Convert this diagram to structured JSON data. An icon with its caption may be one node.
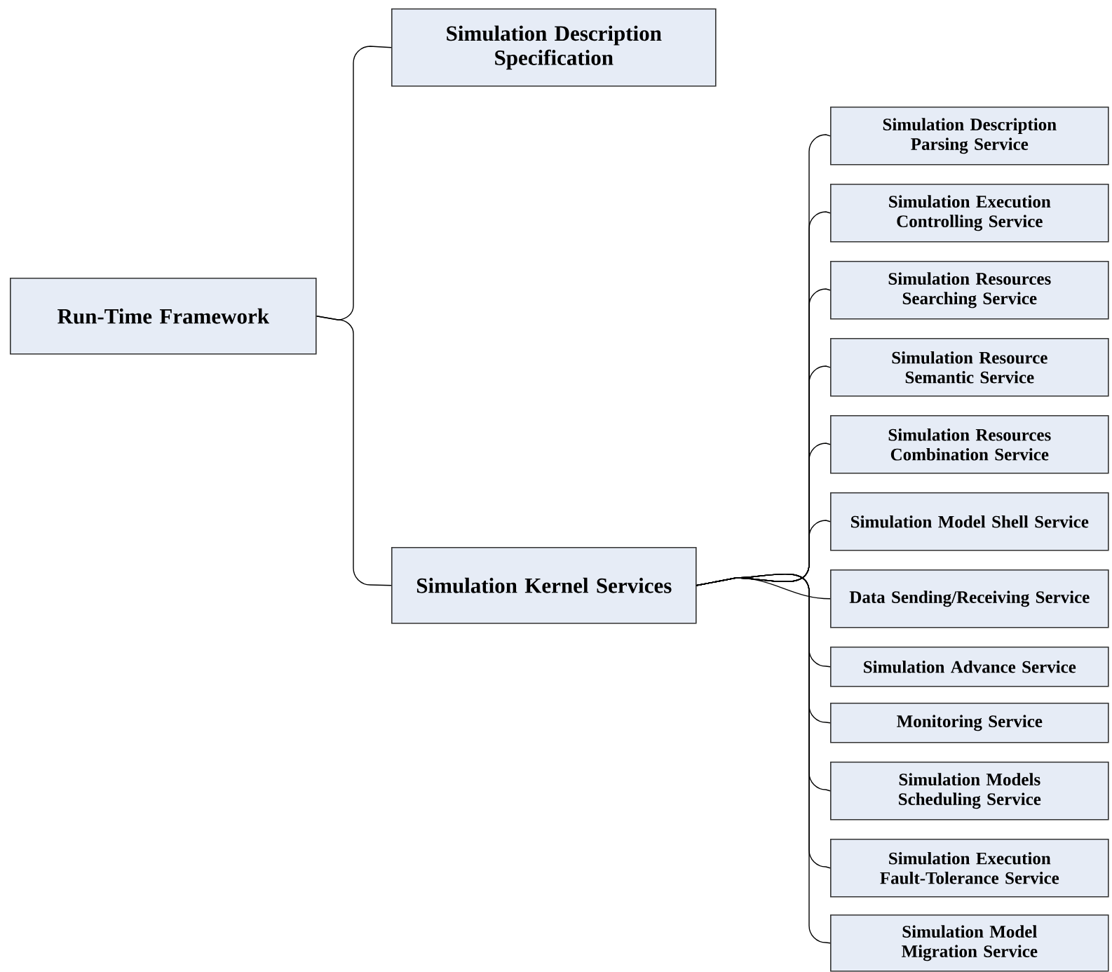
{
  "diagram": {
    "nodes": [
      {
        "text": [
          "Run-Time Framework"
        ]
      },
      {
        "text": [
          "Simulation Description Specification"
        ]
      },
      {
        "text": [
          "Simulation Kernel Services"
        ]
      },
      {
        "text": [
          "Simulation Description Parsing Service"
        ]
      },
      {
        "text": [
          "Simulation Execution Controlling Service"
        ]
      },
      {
        "text": [
          "Simulation Resources Searching Service"
        ]
      },
      {
        "text": [
          "Simulation Resource Semantic Service"
        ]
      },
      {
        "text": [
          "Simulation Resources Combination Service"
        ]
      },
      {
        "text": [
          "Simulation Model Shell Service"
        ]
      },
      {
        "text": [
          "Data Sending/Receiving Service"
        ]
      },
      {
        "text": [
          "Simulation Advance Service"
        ]
      },
      {
        "text": [
          "Monitoring Service"
        ]
      },
      {
        "text": [
          "Simulation Models Scheduling Service"
        ]
      },
      {
        "text": [
          "Simulation Execution Fault-Tolerance Service"
        ]
      },
      {
        "text": [
          "Simulation Model Migration Service"
        ]
      }
    ],
    "edges": [
      {
        "from": 0,
        "to": 1,
        "arrow": "none"
      },
      {
        "from": 0,
        "to": 2,
        "arrow": "none"
      },
      {
        "from": 2,
        "to": 3,
        "arrow": "none"
      },
      {
        "from": 2,
        "to": 4,
        "arrow": "none"
      },
      {
        "from": 2,
        "to": 5,
        "arrow": "none"
      },
      {
        "from": 2,
        "to": 6,
        "arrow": "none"
      },
      {
        "from": 2,
        "to": 7,
        "arrow": "none"
      },
      {
        "from": 2,
        "to": 8,
        "arrow": "none"
      },
      {
        "from": 2,
        "to": 9,
        "arrow": "none"
      },
      {
        "from": 2,
        "to": 10,
        "arrow": "none"
      },
      {
        "from": 2,
        "to": 11,
        "arrow": "none"
      },
      {
        "from": 2,
        "to": 12,
        "arrow": "none"
      },
      {
        "from": 2,
        "to": 13,
        "arrow": "none"
      },
      {
        "from": 2,
        "to": 14,
        "arrow": "none"
      }
    ]
  }
}
